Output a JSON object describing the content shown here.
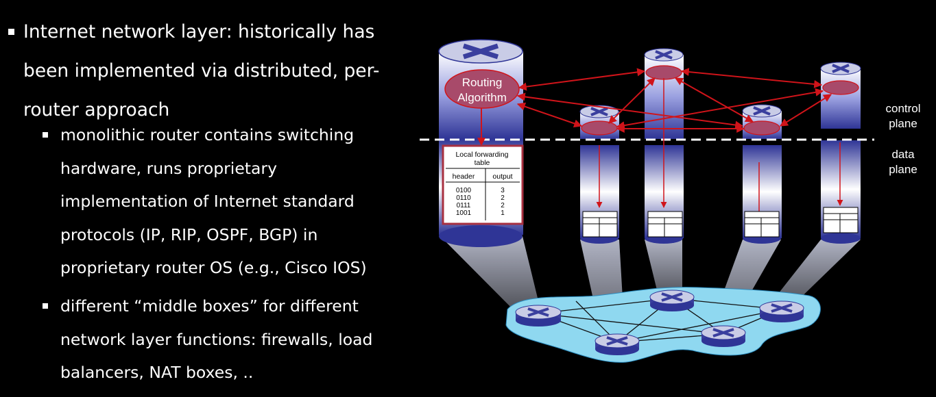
{
  "bullet_main": {
    "lines": [
      "Internet network layer: historically has",
      "been implemented via distributed, per-",
      "router approach"
    ]
  },
  "sub_bullets": [
    {
      "lines": [
        "monolithic router contains switching",
        "hardware, runs proprietary",
        "implementation of Internet standard",
        "protocols (IP, RIP, OSPF, BGP) in",
        "proprietary router OS (e.g., Cisco IOS)"
      ]
    },
    {
      "lines": [
        "different “middle boxes” for different",
        "network layer functions: firewalls, load",
        "balancers, NAT boxes, .."
      ]
    }
  ],
  "diagram": {
    "routing_algorithm": [
      "Routing",
      "Algorithm"
    ],
    "table_title": [
      "Local forwarding",
      "table"
    ],
    "table_headers": [
      "header",
      "output"
    ],
    "table_rows": [
      [
        "0100",
        "3"
      ],
      [
        "0110",
        "2"
      ],
      [
        "0111",
        "2"
      ],
      [
        "1001",
        "1"
      ]
    ],
    "control_plane": [
      "control",
      "plane"
    ],
    "data_plane": [
      "data",
      "plane"
    ],
    "colors": {
      "arrow": "#d0141a",
      "router": "#3a3f9e",
      "cloud": "#8fd8f0",
      "ellipse": "#a84a6a"
    }
  }
}
